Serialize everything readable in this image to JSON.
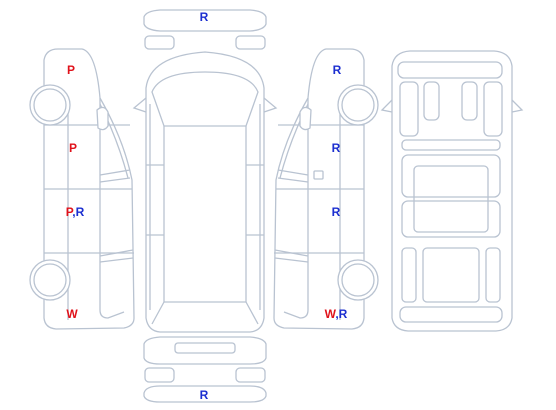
{
  "colors": {
    "outline": "#b9c3d1",
    "background": "#ffffff",
    "code_red": "#e0121b",
    "code_blue": "#1c2fd0"
  },
  "markers": {
    "front_bumper": [
      {
        "code": "R",
        "color": "#1c2fd0"
      }
    ],
    "left_front_fender": [
      {
        "code": "P",
        "color": "#e0121b"
      }
    ],
    "left_front_door": [
      {
        "code": "P",
        "color": "#e0121b"
      }
    ],
    "left_rear_door": [
      {
        "code": "P",
        "color": "#e0121b"
      },
      {
        "code": "R",
        "color": "#1c2fd0"
      }
    ],
    "left_rear_quarter": [
      {
        "code": "W",
        "color": "#e0121b"
      }
    ],
    "right_front_fender": [
      {
        "code": "R",
        "color": "#1c2fd0"
      }
    ],
    "right_front_door": [
      {
        "code": "R",
        "color": "#1c2fd0"
      }
    ],
    "right_rear_door": [
      {
        "code": "R",
        "color": "#1c2fd0"
      }
    ],
    "right_rear_quarter": [
      {
        "code": "W",
        "color": "#e0121b"
      },
      {
        "code": "R",
        "color": "#1c2fd0"
      }
    ],
    "rear_bumper": [
      {
        "code": "R",
        "color": "#1c2fd0"
      }
    ]
  },
  "separator": ","
}
